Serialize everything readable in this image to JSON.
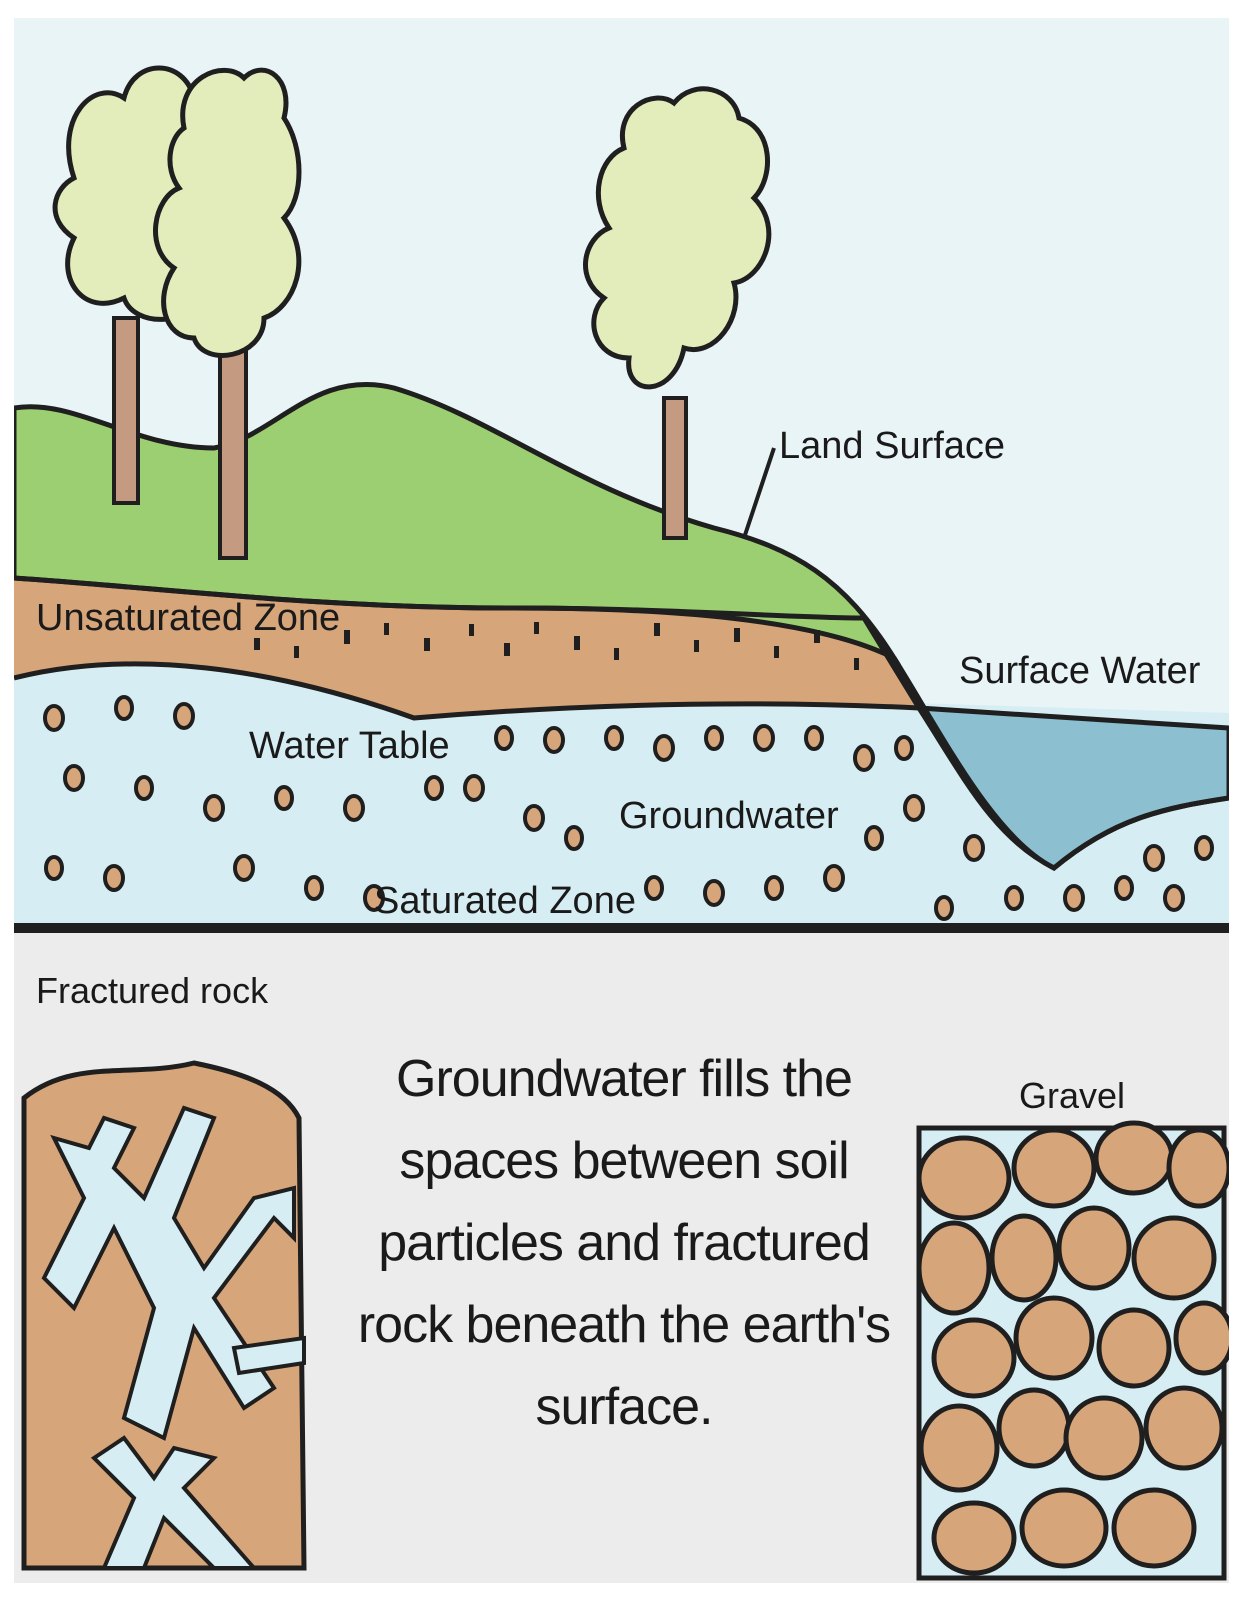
{
  "labels": {
    "land_surface": "Land Surface",
    "unsaturated_zone": "Unsaturated Zone",
    "surface_water": "Surface Water",
    "water_table": "Water Table",
    "groundwater": "Groundwater",
    "saturated_zone": "Saturated Zone",
    "fractured_rock": "Fractured rock",
    "gravel": "Gravel"
  },
  "caption": "Groundwater fills the spaces between soil particles and fractured rock beneath the earth's surface.",
  "colors": {
    "sky": "#e9f4f6",
    "land": "#9ccf72",
    "soil": "#d7a57a",
    "saturated": "#d6eef3",
    "water": "#8cbfd0",
    "bottom_panel": "#ececec",
    "outline": "#1f1f1f",
    "foliage": "#e3edbc",
    "trunk": "#c49a80"
  }
}
